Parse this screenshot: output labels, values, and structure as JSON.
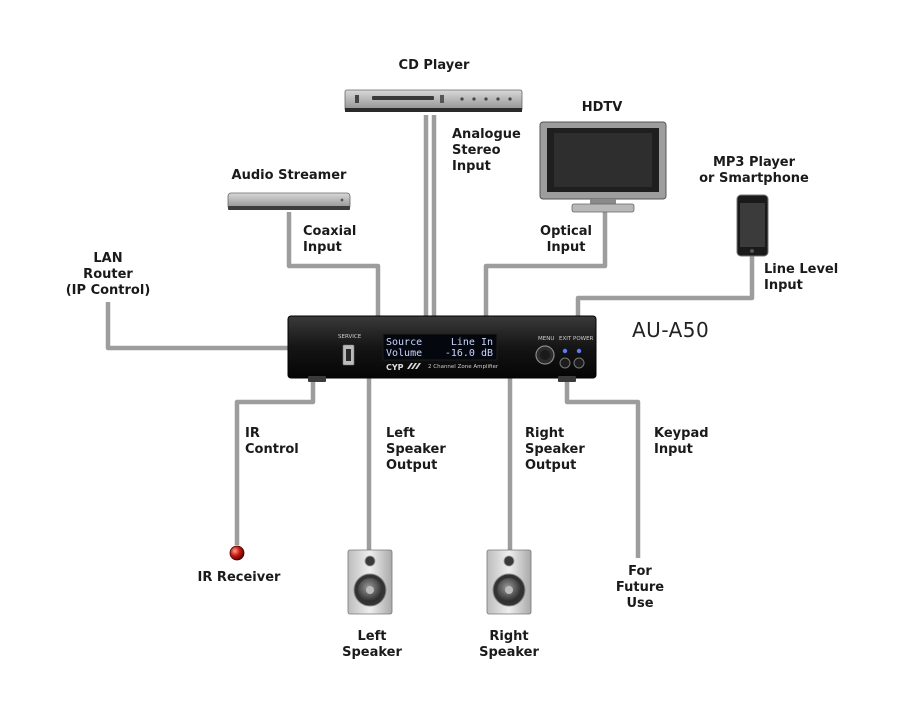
{
  "model": "AU-A50",
  "devices": {
    "cd_player": "CD Player",
    "hdtv": "HDTV",
    "audio_streamer": "Audio Streamer",
    "mp3_player": [
      "MP3 Player",
      "or Smartphone"
    ],
    "lan_router": [
      "LAN",
      "Router",
      "(IP Control)"
    ],
    "ir_receiver": "IR Receiver",
    "left_speaker": [
      "Left",
      "Speaker"
    ],
    "right_speaker": [
      "Right",
      "Speaker"
    ],
    "future_use": [
      "For",
      "Future",
      "Use"
    ]
  },
  "connections": {
    "analogue": [
      "Analogue",
      "Stereo",
      "Input"
    ],
    "coaxial": [
      "Coaxial",
      "Input"
    ],
    "optical": [
      "Optical",
      "Input"
    ],
    "line_level": [
      "Line Level",
      "Input"
    ],
    "ir_control": [
      "IR",
      "Control"
    ],
    "left_output": [
      "Left",
      "Speaker",
      "Output"
    ],
    "right_output": [
      "Right",
      "Speaker",
      "Output"
    ],
    "keypad": [
      "Keypad",
      "Input"
    ]
  },
  "panel": {
    "service": "SERVICE",
    "menu": "MENU",
    "exit": "EXIT",
    "power": "POWER",
    "lcd_row1_left": "Source",
    "lcd_row1_right": "Line In",
    "lcd_row2_left": "Volume",
    "lcd_row2_right": "-16.0 dB",
    "brand": "CYP",
    "subtitle": "2 Channel Zone Amplifier"
  }
}
